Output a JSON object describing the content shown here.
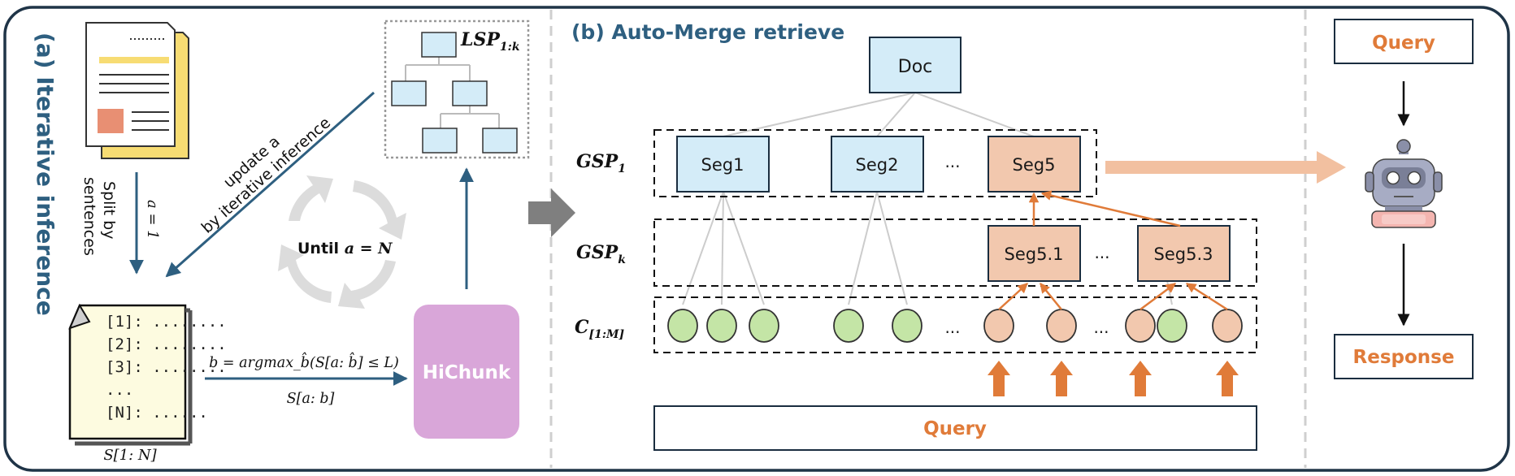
{
  "panel_a": {
    "title": "(a) Iterative inference",
    "split_label_1": "Split by",
    "split_label_2": "sentences",
    "a_init": "a = 1",
    "update_label_1": "update a",
    "update_label_2": "by iterative inference",
    "until_label_1": "Until",
    "until_label_2": "a = N",
    "lsp_label": "LSP",
    "lsp_sub": "1:k",
    "sentence_lines": [
      "[1]: ........",
      "[2]: ........",
      "[3]: ........",
      "...",
      "[N]: ......"
    ],
    "doc_caption": "S[1: N]",
    "formula": "b = argmax_b̂(S[a: b̂] ≤ L)",
    "formula_sub": "S[a: b]",
    "hichunk_label": "HiChunk"
  },
  "panel_b": {
    "title": "(b) Auto-Merge retrieve",
    "doc_label": "Doc",
    "gsp1_label": "GSP",
    "gsp1_sub": "1",
    "gspk_label": "GSP",
    "gspk_sub": "k",
    "c_label": "C",
    "c_sub": "[1:M]",
    "seg1": "Seg1",
    "seg2": "Seg2",
    "seg_ellipsis": "...",
    "seg5": "Seg5",
    "seg51": "Seg5.1",
    "seg53": "Seg5.3",
    "query_label": "Query",
    "ellipsis": "..."
  },
  "panel_c": {
    "query_label": "Query",
    "response_label": "Response"
  },
  "colors": {
    "frame": "#1f3447",
    "title": "#2e5f80",
    "blue_fill": "#d4ecf8",
    "orange_fill": "#f2c8ae",
    "orange_accent": "#e07b39",
    "green_fill": "#c4e5a6",
    "hichunk_fill": "#d9a6d9",
    "arrow_teal": "#2e5f80"
  }
}
